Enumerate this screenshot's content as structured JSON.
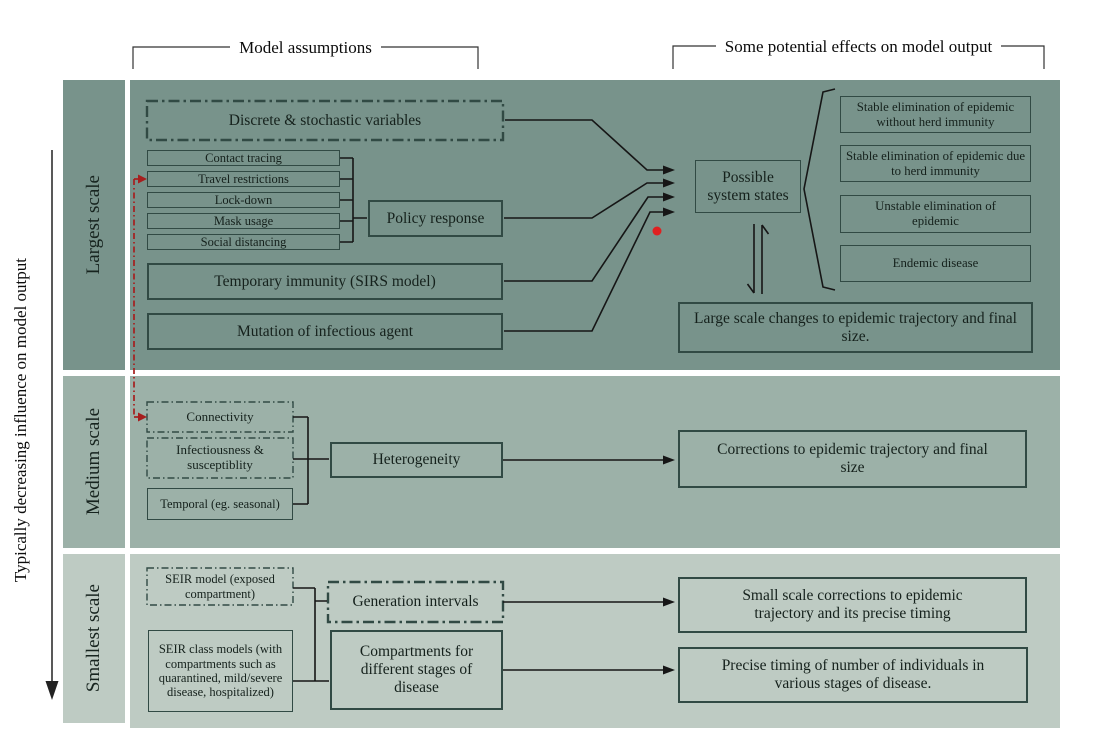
{
  "headers": {
    "left": "Model assumptions",
    "right": "Some potential effects on model output"
  },
  "axis_label": "Typically decreasing influence on model output",
  "bands": {
    "largest": {
      "label": "Largest scale",
      "discrete": "Discrete & stochastic variables",
      "policy_items": [
        "Contact tracing",
        "Travel restrictions",
        "Lock-down",
        "Mask usage",
        "Social distancing"
      ],
      "policy_response": "Policy response",
      "temporary_immunity": "Temporary immunity (SIRS model)",
      "mutation": "Mutation of infectious agent",
      "possible_states": "Possible system states",
      "states": [
        "Stable elimination of epidemic without herd immunity",
        "Stable elimination of epidemic due to herd immunity",
        "Unstable elimination of epidemic",
        "Endemic disease"
      ],
      "outcome": "Large scale changes to epidemic trajectory and final size."
    },
    "medium": {
      "label": "Medium scale",
      "connectivity": "Connectivity",
      "infectiousness": "Infectiousness & susceptiblity",
      "temporal": "Temporal (eg. seasonal)",
      "heterogeneity": "Heterogeneity",
      "outcome": "Corrections to epidemic trajectory and final size"
    },
    "smallest": {
      "label": "Smallest scale",
      "seir_model": "SEIR model (exposed compartment)",
      "seir_class": "SEIR class models (with compartments such as quarantined, mild/severe disease, hospitalized)",
      "generation_intervals": "Generation intervals",
      "compartments": "Compartments for different stages of disease",
      "outcome_trajectory": "Small scale corrections to epidemic trajectory and its precise timing",
      "outcome_timing": "Precise timing of number of individuals in various stages of disease."
    }
  },
  "colors": {
    "band_largest": "#78938B",
    "band_medium": "#9CB1A8",
    "band_smallest": "#BECBC3",
    "box_border": "#314A44",
    "connector": "#161616",
    "red_accent": "#A61E1E",
    "red_dot": "#E02020"
  }
}
